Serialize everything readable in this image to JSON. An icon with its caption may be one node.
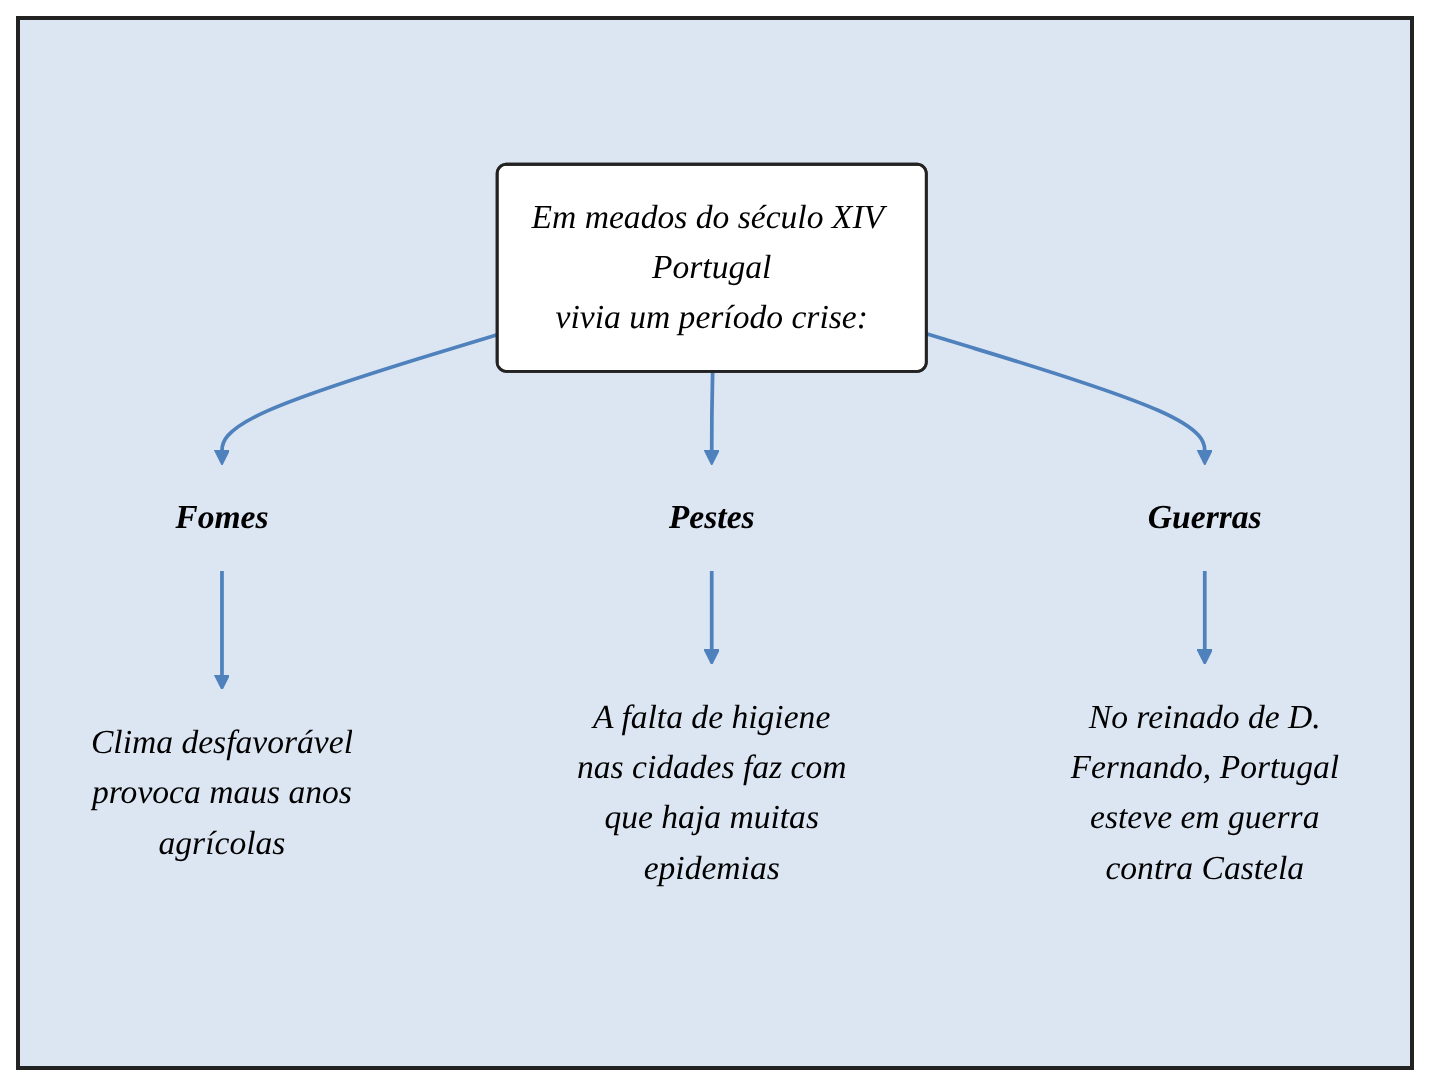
{
  "diagram": {
    "nodes": [
      {
        "text": [
          "Em meados do século XIV Portugal vivia um período crise:"
        ]
      },
      {
        "text": [
          "Fomes"
        ]
      },
      {
        "text": [
          "Pestes"
        ]
      },
      {
        "text": [
          "Guerras"
        ]
      },
      {
        "text": [
          "Clima desfavorável provoca maus anos agrícolas"
        ]
      },
      {
        "text": [
          "A falta de higiene nas cidades faz com que haja muitas epidemias"
        ]
      },
      {
        "text": [
          "No reinado de D. Fernando, Portugal esteve em guerra contra Castela"
        ]
      }
    ],
    "edges": [
      {
        "from": 0,
        "to": 1,
        "arrow": "to"
      },
      {
        "from": 0,
        "to": 2,
        "arrow": "to"
      },
      {
        "from": 0,
        "to": 3,
        "arrow": "to"
      },
      {
        "from": 1,
        "to": 4,
        "arrow": "to"
      },
      {
        "from": 2,
        "to": 5,
        "arrow": "to"
      },
      {
        "from": 3,
        "to": 6,
        "arrow": "to"
      }
    ]
  }
}
